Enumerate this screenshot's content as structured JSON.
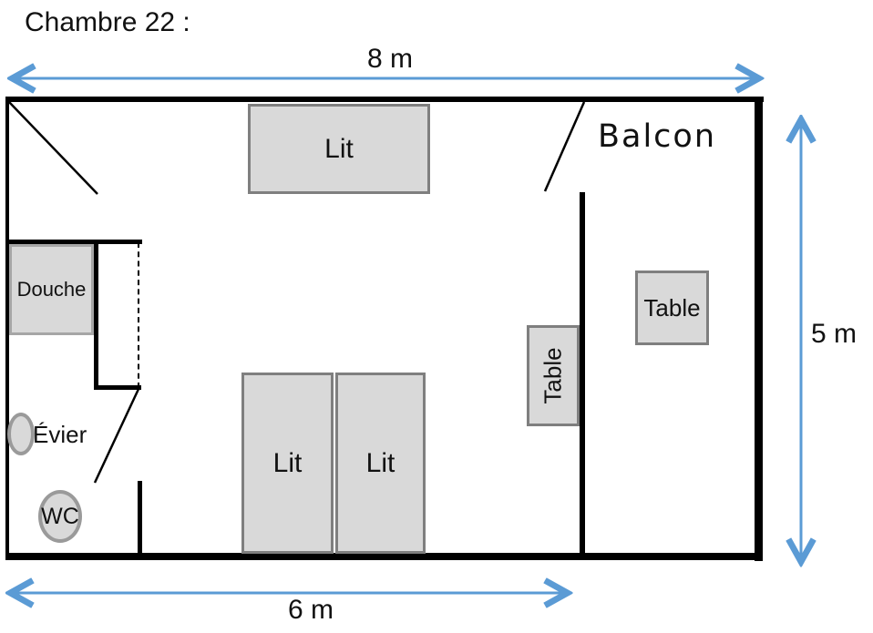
{
  "title": "Chambre 22 :",
  "colors": {
    "wall": "#000000",
    "accent": "#5b9bd5",
    "fill": "#d9d9d9",
    "border-dark": "#7f7f7f",
    "border-light": "#a6a6a6",
    "text": "#111111"
  },
  "dimensions": {
    "width_top": "8 m",
    "height_right": "5 m",
    "width_bottom": "6 m"
  },
  "rooms": {
    "balcony": "Balcon"
  },
  "furniture": {
    "bed_top": "Lit",
    "bed_bottom_left": "Lit",
    "bed_bottom_right": "Lit",
    "table_wall": "Table",
    "table_free": "Table",
    "shower": "Douche",
    "sink": "Évier",
    "toilet": "WC"
  }
}
